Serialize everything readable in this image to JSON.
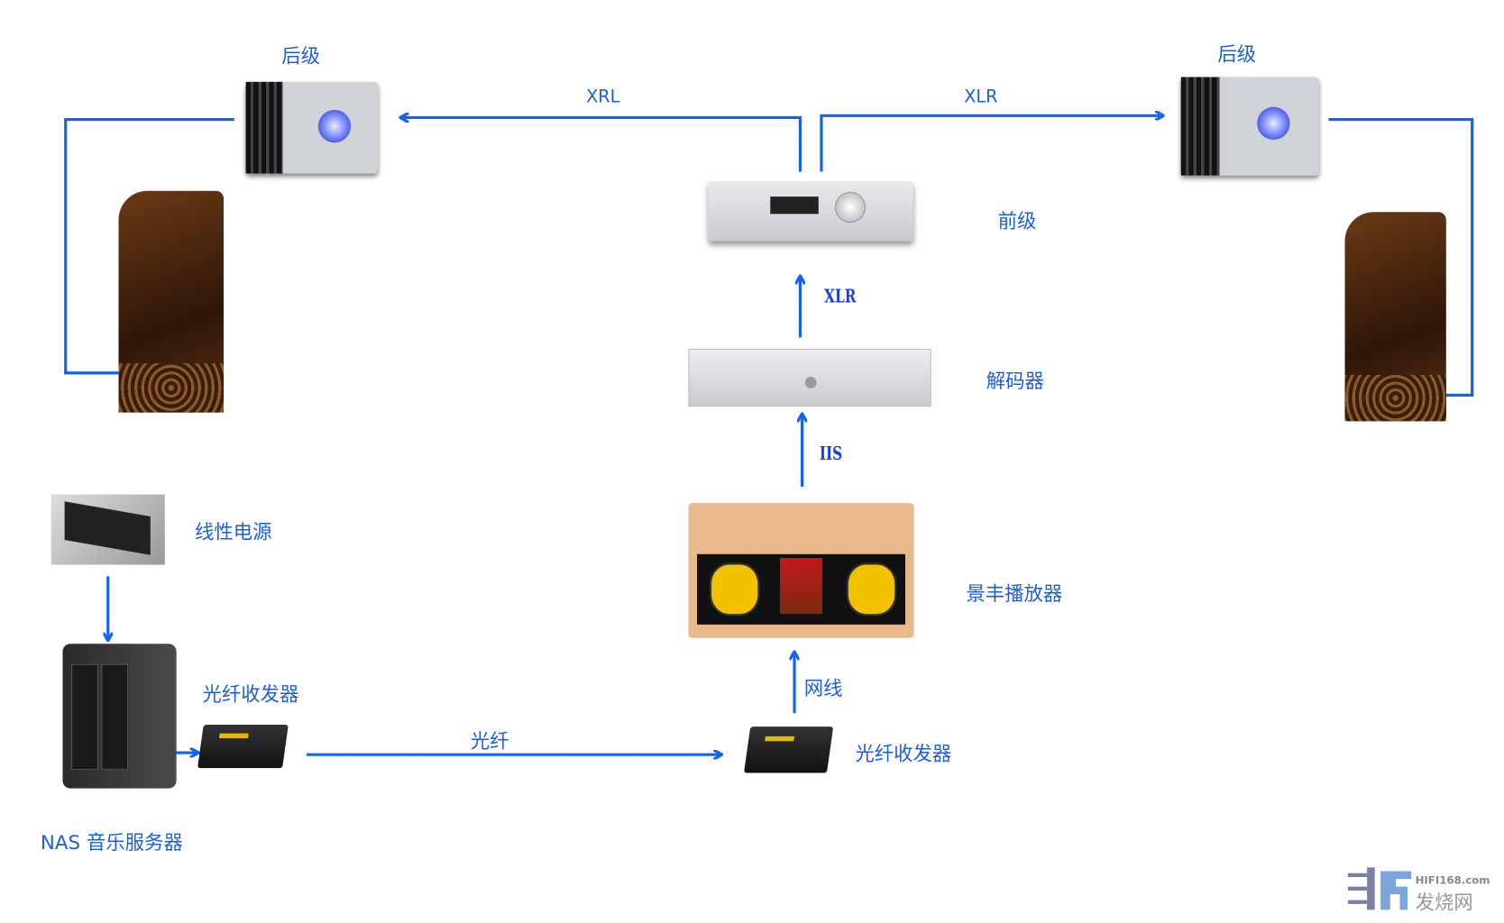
{
  "labels": {
    "poweramp_left": "后级",
    "poweramp_right": "后级",
    "preamp": "前级",
    "dac": "解码器",
    "player": "景丰播放器",
    "psu": "线性电源",
    "transceiver_left": "光纤收发器",
    "transceiver_right": "光纤收发器",
    "nas": "NAS 音乐服务器"
  },
  "connections": {
    "pre_to_left": "XRL",
    "pre_to_right": "XLR",
    "dac_to_pre": "XLR",
    "player_to_dac": "IIS",
    "transceiver_to_player": "网线",
    "fiber": "光纤"
  },
  "watermark": {
    "site": "HIFI168.com",
    "name": "发烧网"
  },
  "colors": {
    "line": "#1463f0",
    "label": "#1f5fd6"
  }
}
